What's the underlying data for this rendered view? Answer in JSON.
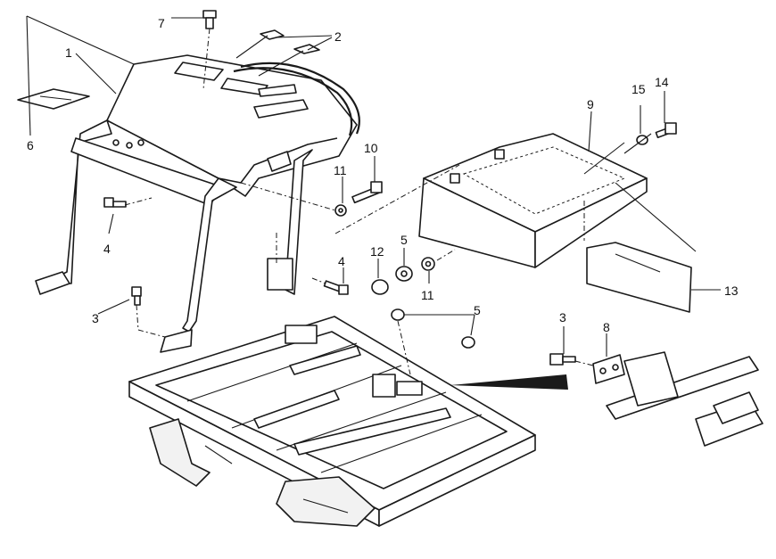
{
  "diagram": {
    "callouts": [
      "1",
      "2",
      "3",
      "3",
      "4",
      "4",
      "5",
      "5",
      "6",
      "7",
      "8",
      "9",
      "10",
      "11",
      "11",
      "12",
      "13",
      "14",
      "15"
    ]
  },
  "colors": {
    "ink": "#1a1a1a",
    "paper": "#ffffff"
  }
}
